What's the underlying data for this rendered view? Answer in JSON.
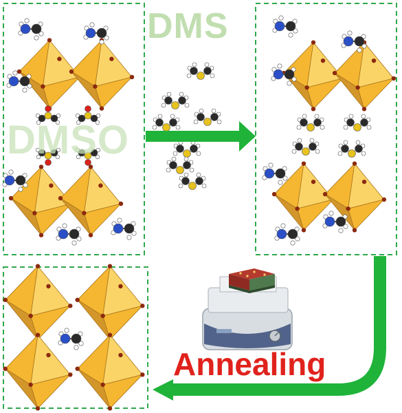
{
  "labels": {
    "dms": "DMS",
    "dmso": "DMSO",
    "annealing": "Annealing"
  },
  "colors": {
    "octahedron_face": "#f5b731",
    "octahedron_light": "#fbd468",
    "octahedron_dark": "#d3962a",
    "vertex": "#8b2a10",
    "arrow": "#1fb33a",
    "dashed_border": "#2fa84a",
    "dms_label": "#b7d9a3",
    "dmso_label": "#c9e2b9",
    "annealing_label": "#e0221c",
    "sulfur": "#e8c21d",
    "nitrogen": "#2b4fc7",
    "carbon": "#2a2a2a",
    "hydrogen": "#ffffff",
    "oxygen": "#d8231b"
  },
  "panels": [
    {
      "name": "initial-intermediate-panel"
    },
    {
      "name": "dms-exchanged-panel"
    },
    {
      "name": "perovskite-panel"
    }
  ],
  "icons": [
    "methylammonium-molecule",
    "dms-molecule",
    "dmso-molecule",
    "hotplate-icon",
    "octahedron"
  ]
}
